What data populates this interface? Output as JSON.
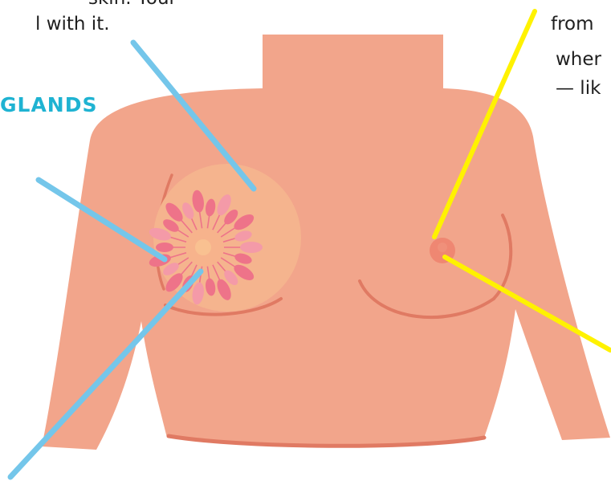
{
  "text": {
    "left_line_1": "skin. Your",
    "left_line_2": "l with it.",
    "right_line_1": "from",
    "right_line_2": "wher",
    "right_line_3": "— lik"
  },
  "labels": {
    "glands": "GLANDS"
  },
  "colors": {
    "background": "#ffffff",
    "skin": "#f2a58b",
    "outline": "#e07a63",
    "areola": "#ef8772",
    "breast_tissue": "#f5b48e",
    "gland_lobes": "#ee7389",
    "gland_lobes_light": "#f49aa8",
    "left_pointer_lines": "#74c6ea",
    "right_pointer_lines": "#fff200",
    "heading_text": "#1fb3d2"
  }
}
